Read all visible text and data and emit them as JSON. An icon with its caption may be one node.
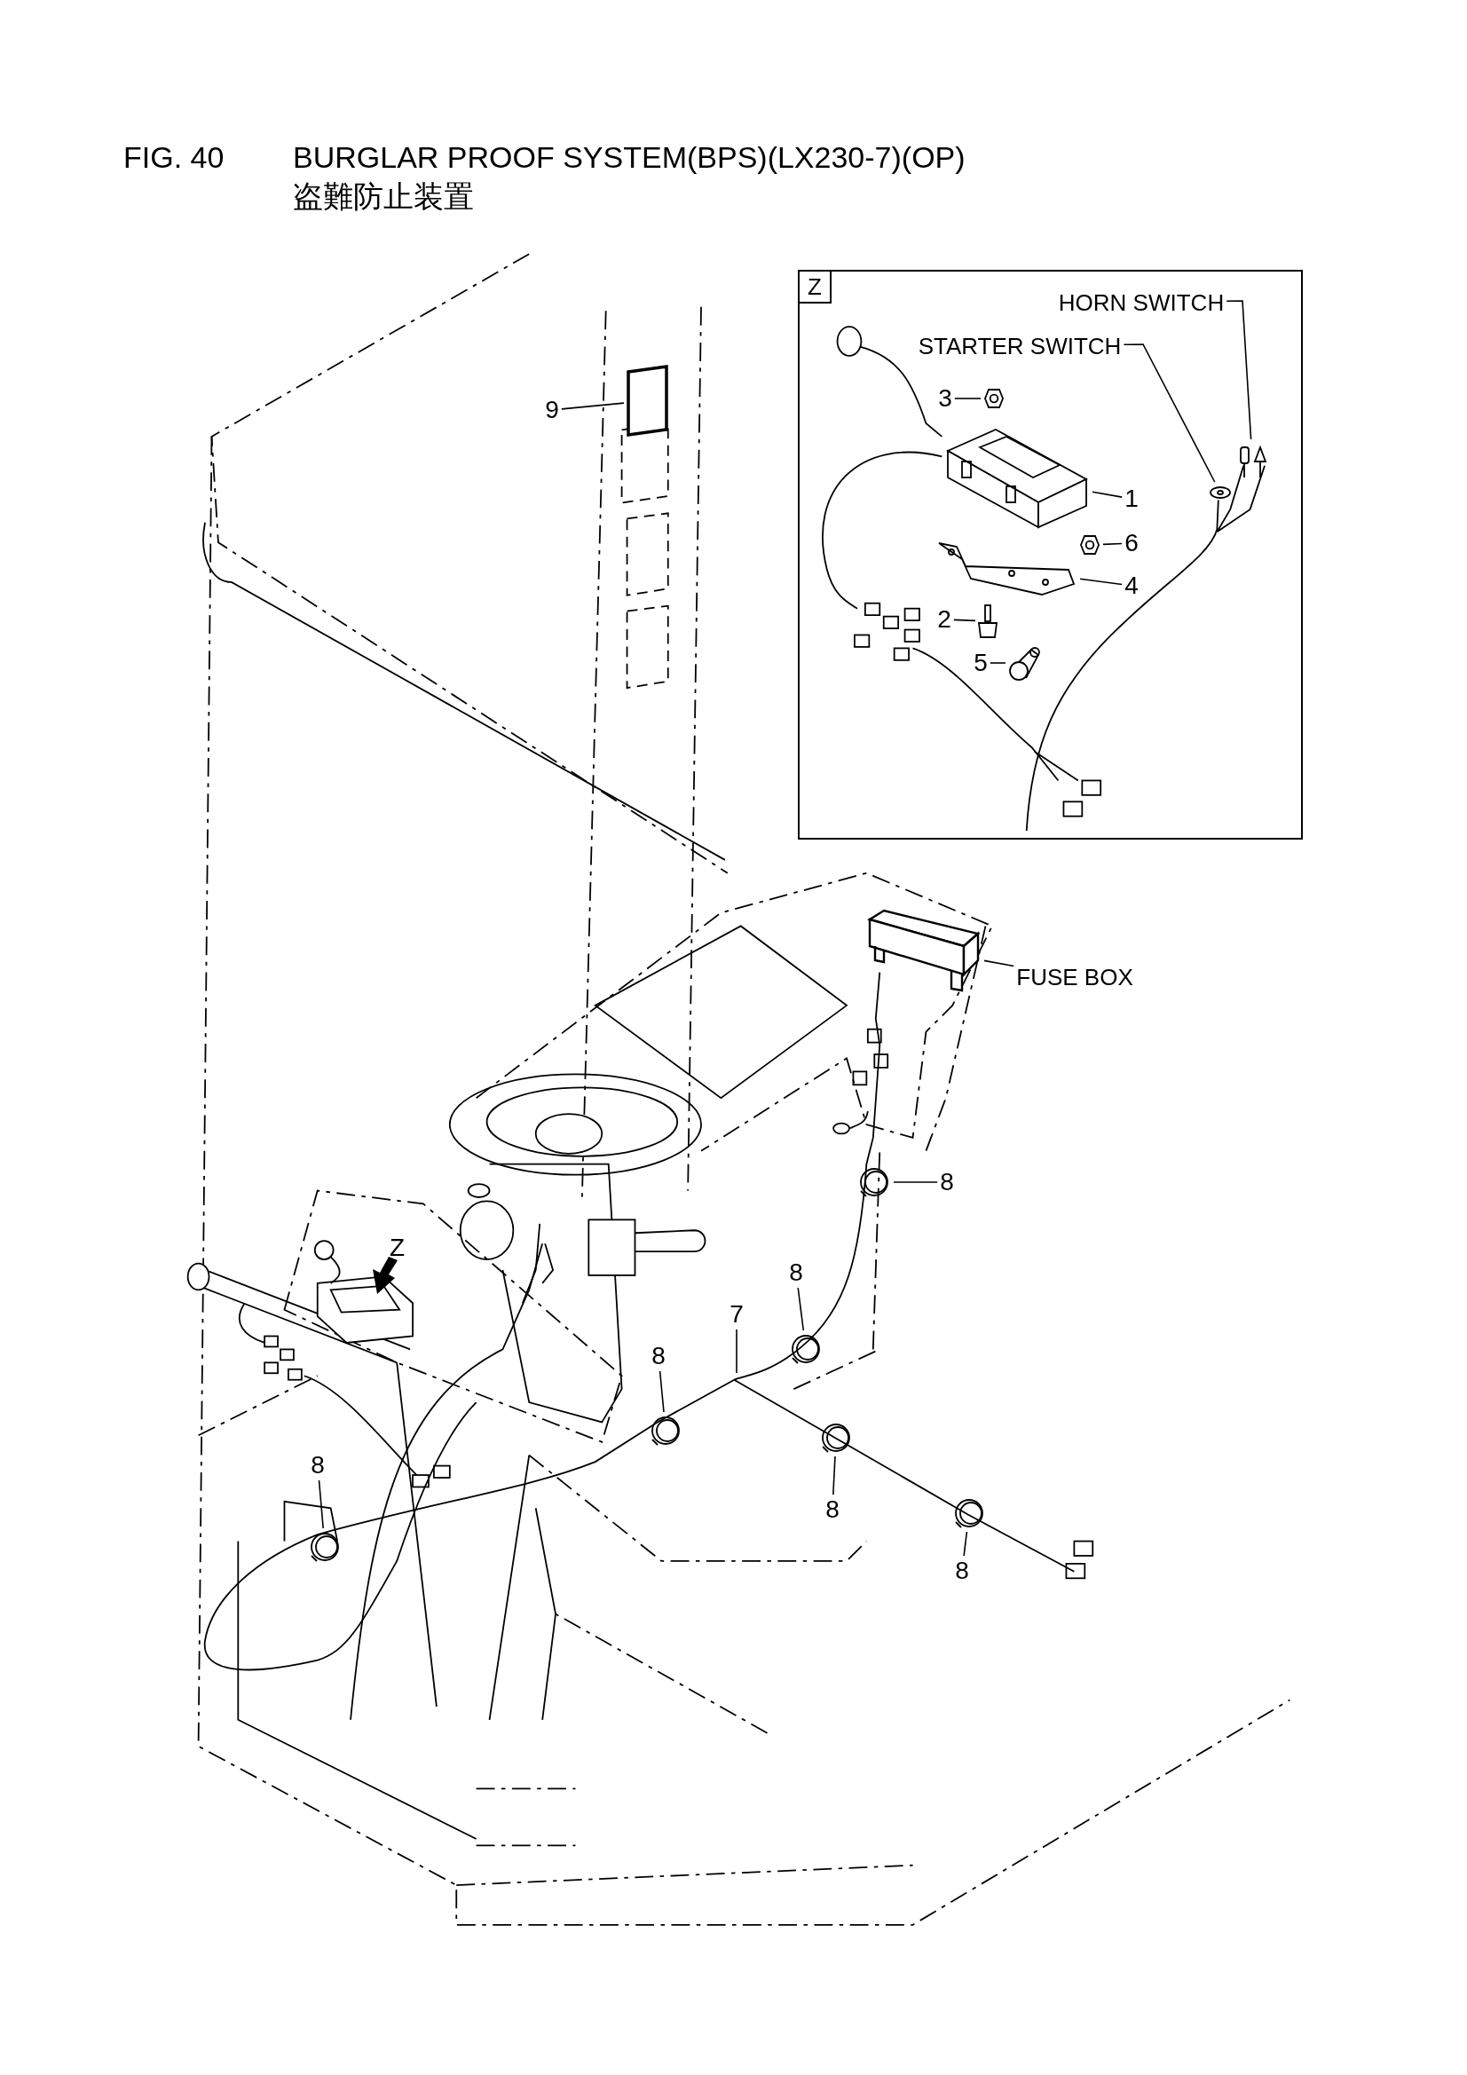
{
  "diagram": {
    "title": "BURGLAR PROOF SYSTEM(BPS)(LX230-7)(OP)",
    "nodes": [
      {
        "text": [
          "Z"
        ]
      },
      {
        "text": [
          "HORN SWITCH"
        ],
        "in": 0
      },
      {
        "text": [],
        "shape": "picture",
        "in": 0
      },
      {
        "text": [
          "STARTER SWITCH"
        ],
        "in": 0
      },
      {
        "text": [],
        "shape": "picture",
        "in": 0
      },
      {
        "text": [
          "3"
        ],
        "in": 0
      },
      {
        "text": [],
        "shape": "picture",
        "in": 0
      },
      {
        "text": [
          "1"
        ],
        "in": 0
      },
      {
        "text": [],
        "shape": "picture",
        "in": 0
      },
      {
        "text": [
          "6"
        ],
        "in": 0
      },
      {
        "text": [],
        "shape": "picture",
        "in": 0
      },
      {
        "text": [
          "4"
        ],
        "in": 0
      },
      {
        "text": [],
        "shape": "picture",
        "in": 0
      },
      {
        "text": [
          "2"
        ],
        "in": 0
      },
      {
        "text": [],
        "shape": "picture",
        "in": 0
      },
      {
        "text": [
          "5"
        ],
        "in": 0
      },
      {
        "text": [],
        "shape": "picture",
        "in": 0
      },
      {
        "text": [
          "9"
        ]
      },
      {
        "text": [],
        "shape": "box"
      },
      {
        "text": [
          "FUSE BOX"
        ]
      },
      {
        "text": [],
        "shape": "box"
      },
      {
        "text": [
          "7"
        ]
      },
      {
        "text": [
          "8"
        ]
      },
      {
        "text": [],
        "shape": "picture"
      },
      {
        "text": [
          "8"
        ]
      },
      {
        "text": [],
        "shape": "picture"
      },
      {
        "text": [
          "8"
        ]
      },
      {
        "text": [],
        "shape": "picture"
      },
      {
        "text": [
          "8"
        ]
      },
      {
        "text": [],
        "shape": "picture"
      },
      {
        "text": [
          "8"
        ]
      },
      {
        "text": [],
        "shape": "picture"
      },
      {
        "text": [
          "8"
        ]
      },
      {
        "text": [],
        "shape": "picture"
      }
    ],
    "edges": [
      {
        "from": 1,
        "to": 2,
        "arrow": "none"
      },
      {
        "from": 3,
        "to": 4,
        "arrow": "none"
      },
      {
        "from": 5,
        "to": 6,
        "arrow": "none"
      },
      {
        "from": 7,
        "to": 8,
        "arrow": "none"
      },
      {
        "from": 9,
        "to": 10,
        "arrow": "none"
      },
      {
        "from": 11,
        "to": 12,
        "arrow": "none"
      },
      {
        "from": 13,
        "to": 14,
        "arrow": "none"
      },
      {
        "from": 15,
        "to": 16,
        "arrow": "none"
      },
      {
        "from": 17,
        "to": 18,
        "arrow": "none"
      },
      {
        "from": 19,
        "to": 20,
        "arrow": "none"
      },
      {
        "from": 21,
        "to": null,
        "arrow": "none"
      },
      {
        "from": 22,
        "to": 23,
        "arrow": "none"
      },
      {
        "from": 24,
        "to": 25,
        "arrow": "none"
      },
      {
        "from": 26,
        "to": 27,
        "arrow": "none"
      },
      {
        "from": 28,
        "to": 29,
        "arrow": "none"
      },
      {
        "from": 30,
        "to": 31,
        "arrow": "none"
      },
      {
        "from": 32,
        "to": 33,
        "arrow": "none"
      }
    ],
    "labels": [
      "FIG. 40",
      "盗難防止装置",
      "Z"
    ]
  }
}
